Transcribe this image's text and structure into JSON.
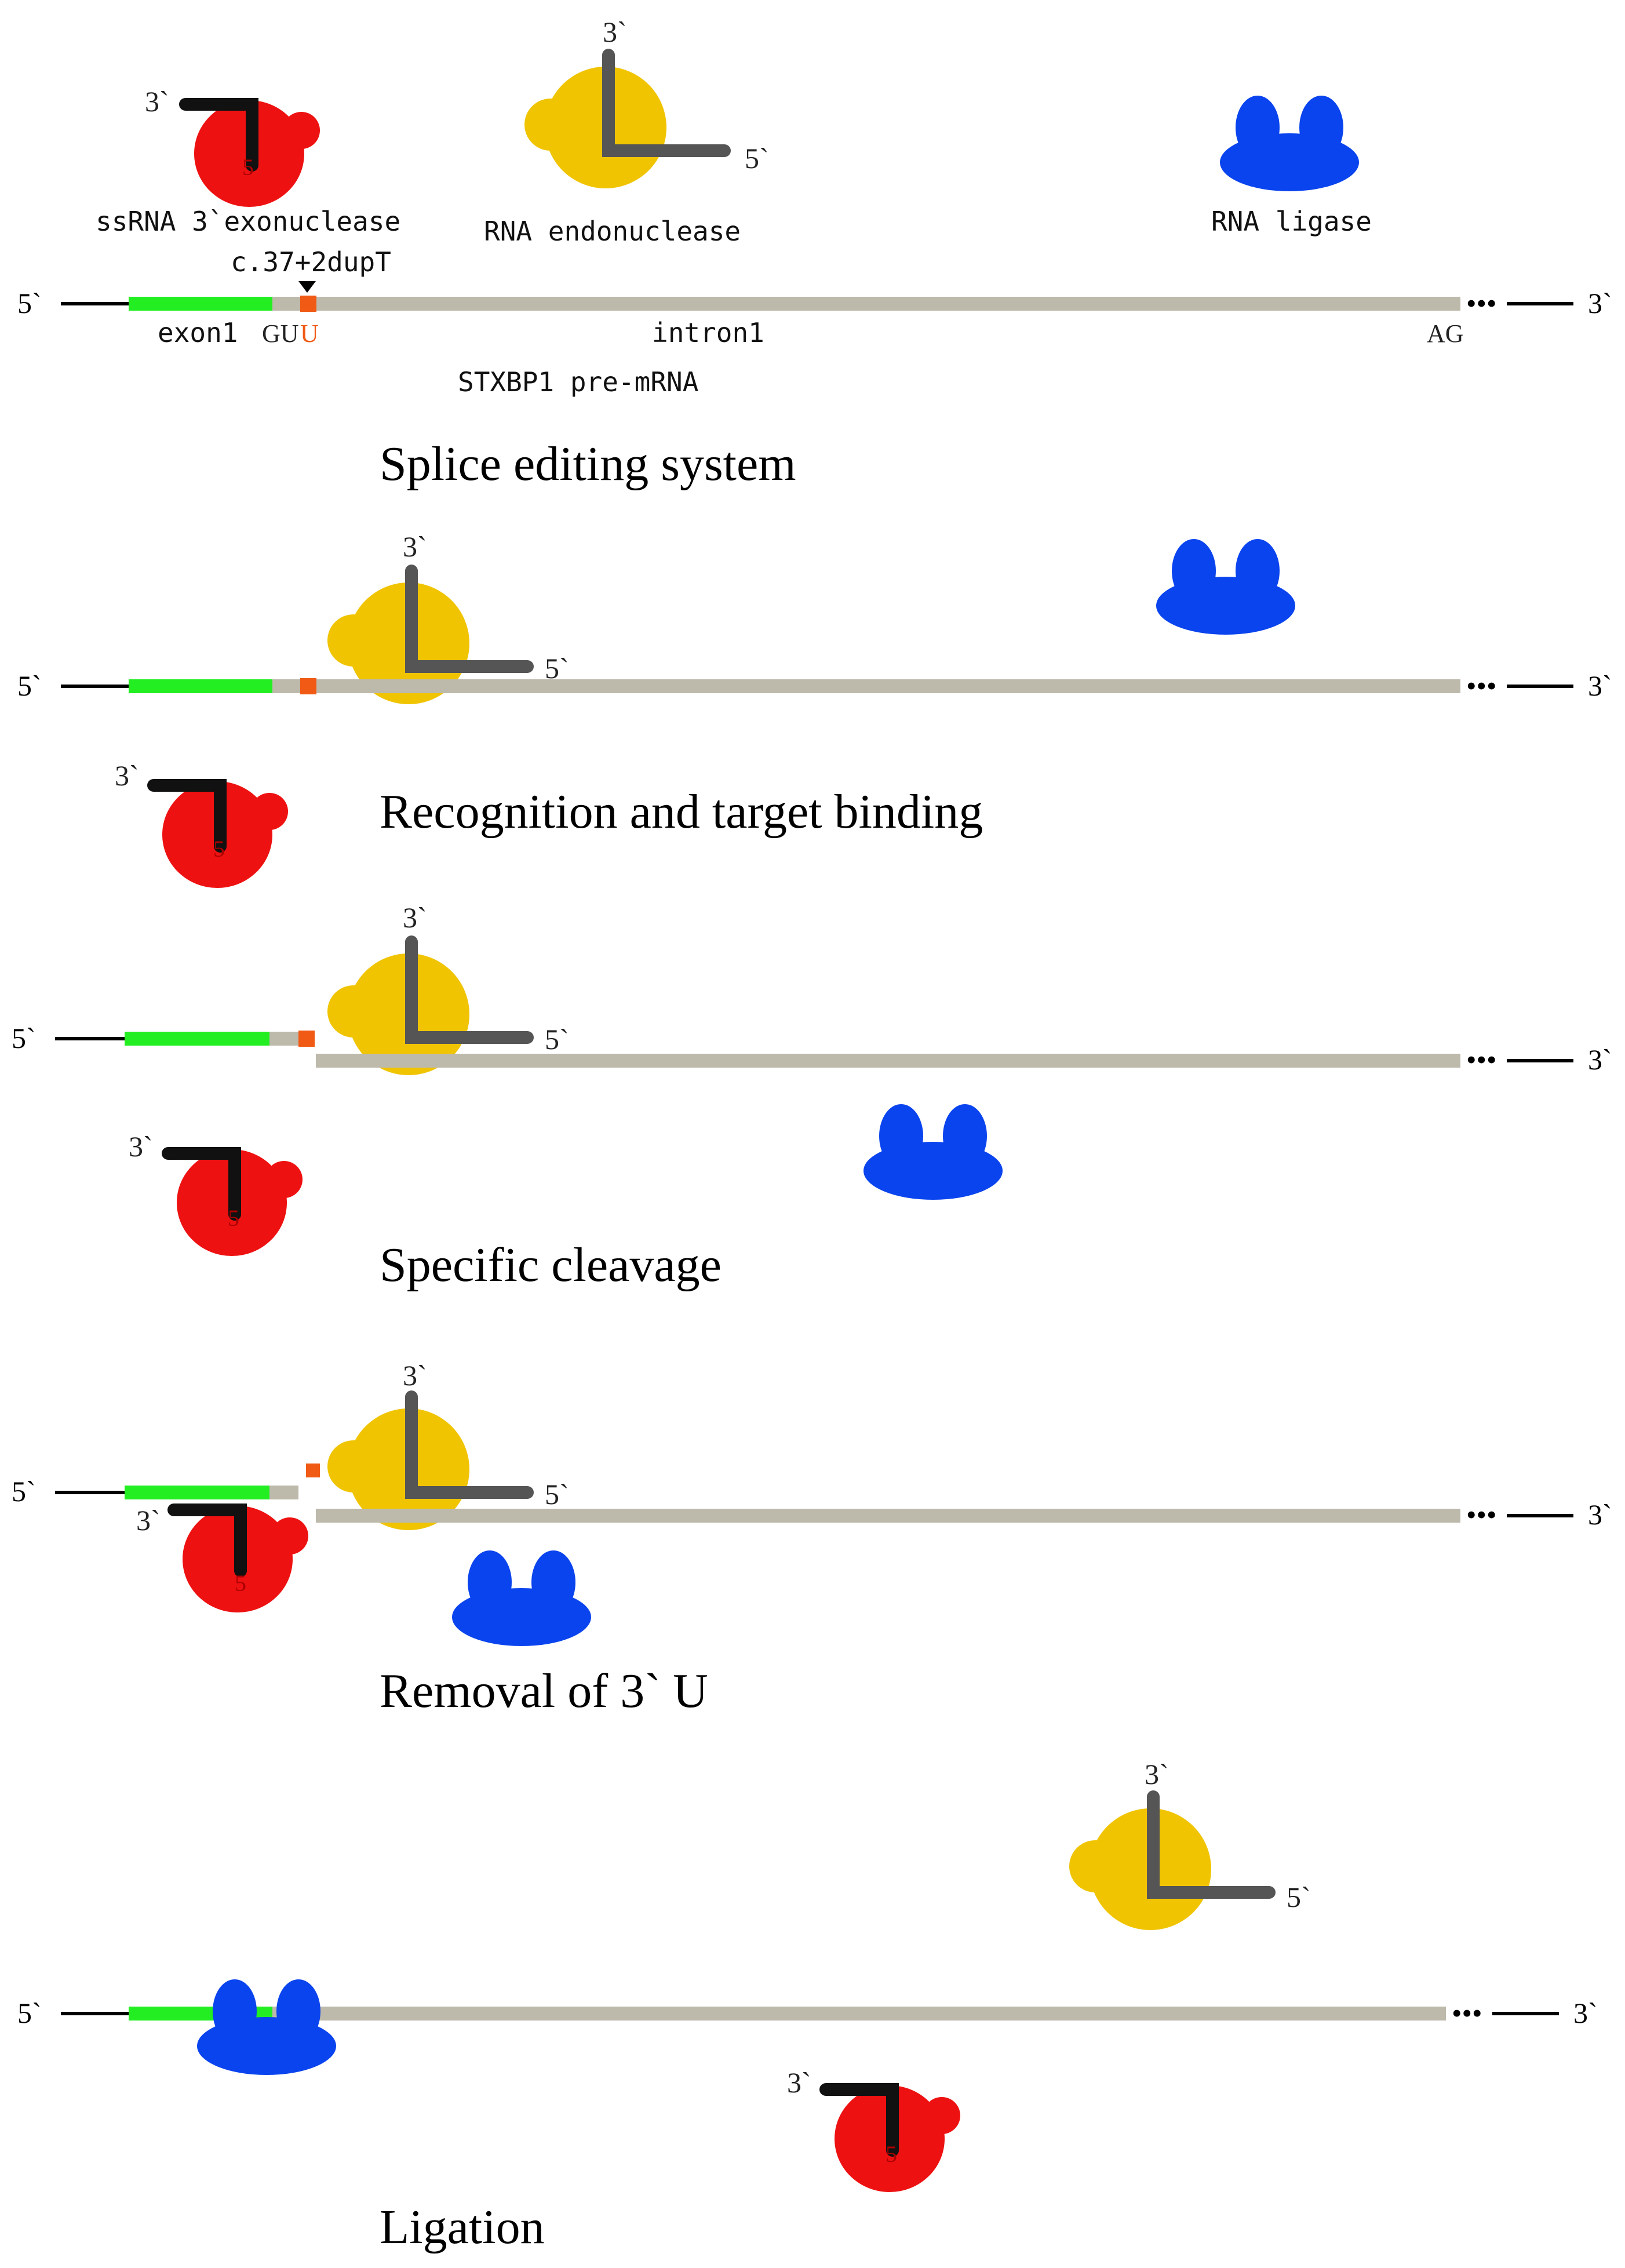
{
  "colors": {
    "exon": "#22ee22",
    "intron": "#bdb9ab",
    "mutation": "#f05a14",
    "exonuclease": "#ee1111",
    "endonuclease": "#f0c400",
    "ligase": "#0a44ee",
    "guide_black": "#111111",
    "guide_gray": "#555555",
    "rna_line": "#000000"
  },
  "ends": {
    "five": "5`",
    "three": "3`"
  },
  "guide_labels": {
    "three": "3`",
    "five": "5`",
    "red_five": "5"
  },
  "labels": {
    "exonuclease": "ssRNA 3`exonuclease",
    "endonuclease": "RNA endonuclease",
    "ligase": "RNA ligase",
    "mutation": "c.37+2dupT",
    "exon": "exon1",
    "gu": "GU",
    "u": "U",
    "intron": "intron1",
    "ag": "AG",
    "transcript": "STXBP1 pre-mRNA",
    "dots": "•••"
  },
  "steps": [
    {
      "caption": "Splice editing system"
    },
    {
      "caption": "Recognition and target binding"
    },
    {
      "caption": "Specific cleavage"
    },
    {
      "caption": "Removal of 3` U"
    },
    {
      "caption": "Ligation"
    }
  ]
}
